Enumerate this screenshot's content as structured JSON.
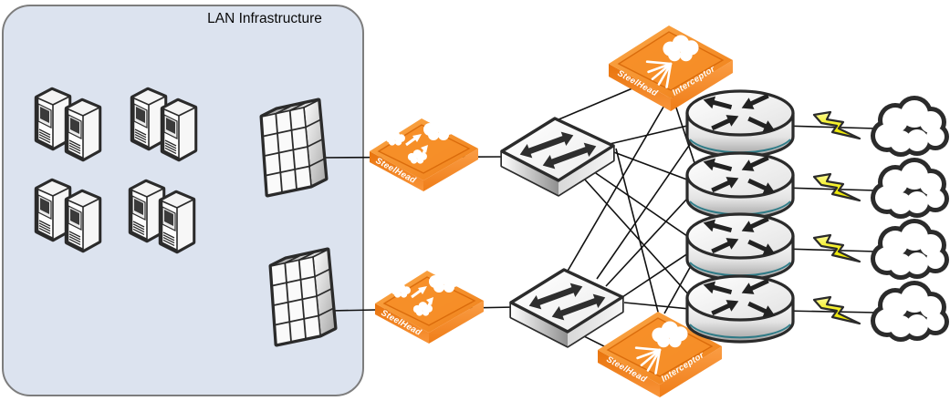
{
  "diagram": {
    "type": "network-topology",
    "lan_zone": {
      "title": "LAN Infrastructure",
      "server_pair_count": 4,
      "chassis_count": 2
    },
    "labels": {
      "steelhead": "SteelHead",
      "interceptor": "Interceptor"
    },
    "nodes": {
      "server_pairs": [
        "server-pair-1",
        "server-pair-2",
        "server-pair-3",
        "server-pair-4"
      ],
      "server_chassis": [
        "server-chassis-1",
        "server-chassis-2"
      ],
      "steelhead_appliances": [
        "steelhead-1",
        "steelhead-2"
      ],
      "interceptor_appliances": [
        "interceptor-1",
        "interceptor-2"
      ],
      "lan_switches": [
        "lan-switch-1",
        "lan-switch-2"
      ],
      "routers": [
        "router-1",
        "router-2",
        "router-3",
        "router-4"
      ],
      "wan_clouds": [
        "wan-cloud-1",
        "wan-cloud-2",
        "wan-cloud-3",
        "wan-cloud-4"
      ],
      "wan_link_bolts": [
        "lightning-bolt-1",
        "lightning-bolt-2",
        "lightning-bolt-3",
        "lightning-bolt-4"
      ]
    },
    "connections": [
      {
        "from": "server-chassis-1",
        "to": "steelhead-1"
      },
      {
        "from": "steelhead-1",
        "to": "lan-switch-1"
      },
      {
        "from": "server-chassis-2",
        "to": "steelhead-2"
      },
      {
        "from": "steelhead-2",
        "to": "lan-switch-2"
      },
      {
        "from": "lan-switch-1",
        "to": "router-1"
      },
      {
        "from": "lan-switch-1",
        "to": "router-2"
      },
      {
        "from": "lan-switch-1",
        "to": "router-3"
      },
      {
        "from": "lan-switch-1",
        "to": "router-4"
      },
      {
        "from": "lan-switch-2",
        "to": "router-1"
      },
      {
        "from": "lan-switch-2",
        "to": "router-2"
      },
      {
        "from": "lan-switch-2",
        "to": "router-3"
      },
      {
        "from": "lan-switch-2",
        "to": "router-4"
      },
      {
        "from": "interceptor-1",
        "to": "lan-switch-1"
      },
      {
        "from": "interceptor-1",
        "to": "lan-switch-2"
      },
      {
        "from": "interceptor-1",
        "to": "router-2"
      },
      {
        "from": "interceptor-2",
        "to": "lan-switch-2"
      },
      {
        "from": "interceptor-2",
        "to": "lan-switch-1"
      },
      {
        "from": "interceptor-2",
        "to": "router-3"
      },
      {
        "from": "router-1",
        "to": "wan-cloud-1",
        "via": "lightning-bolt-1"
      },
      {
        "from": "router-2",
        "to": "wan-cloud-2",
        "via": "lightning-bolt-2"
      },
      {
        "from": "router-3",
        "to": "wan-cloud-3",
        "via": "lightning-bolt-3"
      },
      {
        "from": "router-4",
        "to": "wan-cloud-4",
        "via": "lightning-bolt-4"
      }
    ],
    "icons": {
      "steelhead_top": "clouds-sync-icon",
      "interceptor_top": "cloud-burst-icon",
      "switch_top": "double-arrows-icon",
      "router_top": "four-arrows-icon"
    },
    "colors": {
      "lan_zone_fill": "#dce3ef",
      "lan_zone_border": "#7d7d7d",
      "appliance_orange": "#f5821f",
      "appliance_orange_dark": "#e06d0b",
      "outline": "#2b2b2b",
      "bolt_yellow": "#f0ec00",
      "connector": "#111111"
    }
  }
}
